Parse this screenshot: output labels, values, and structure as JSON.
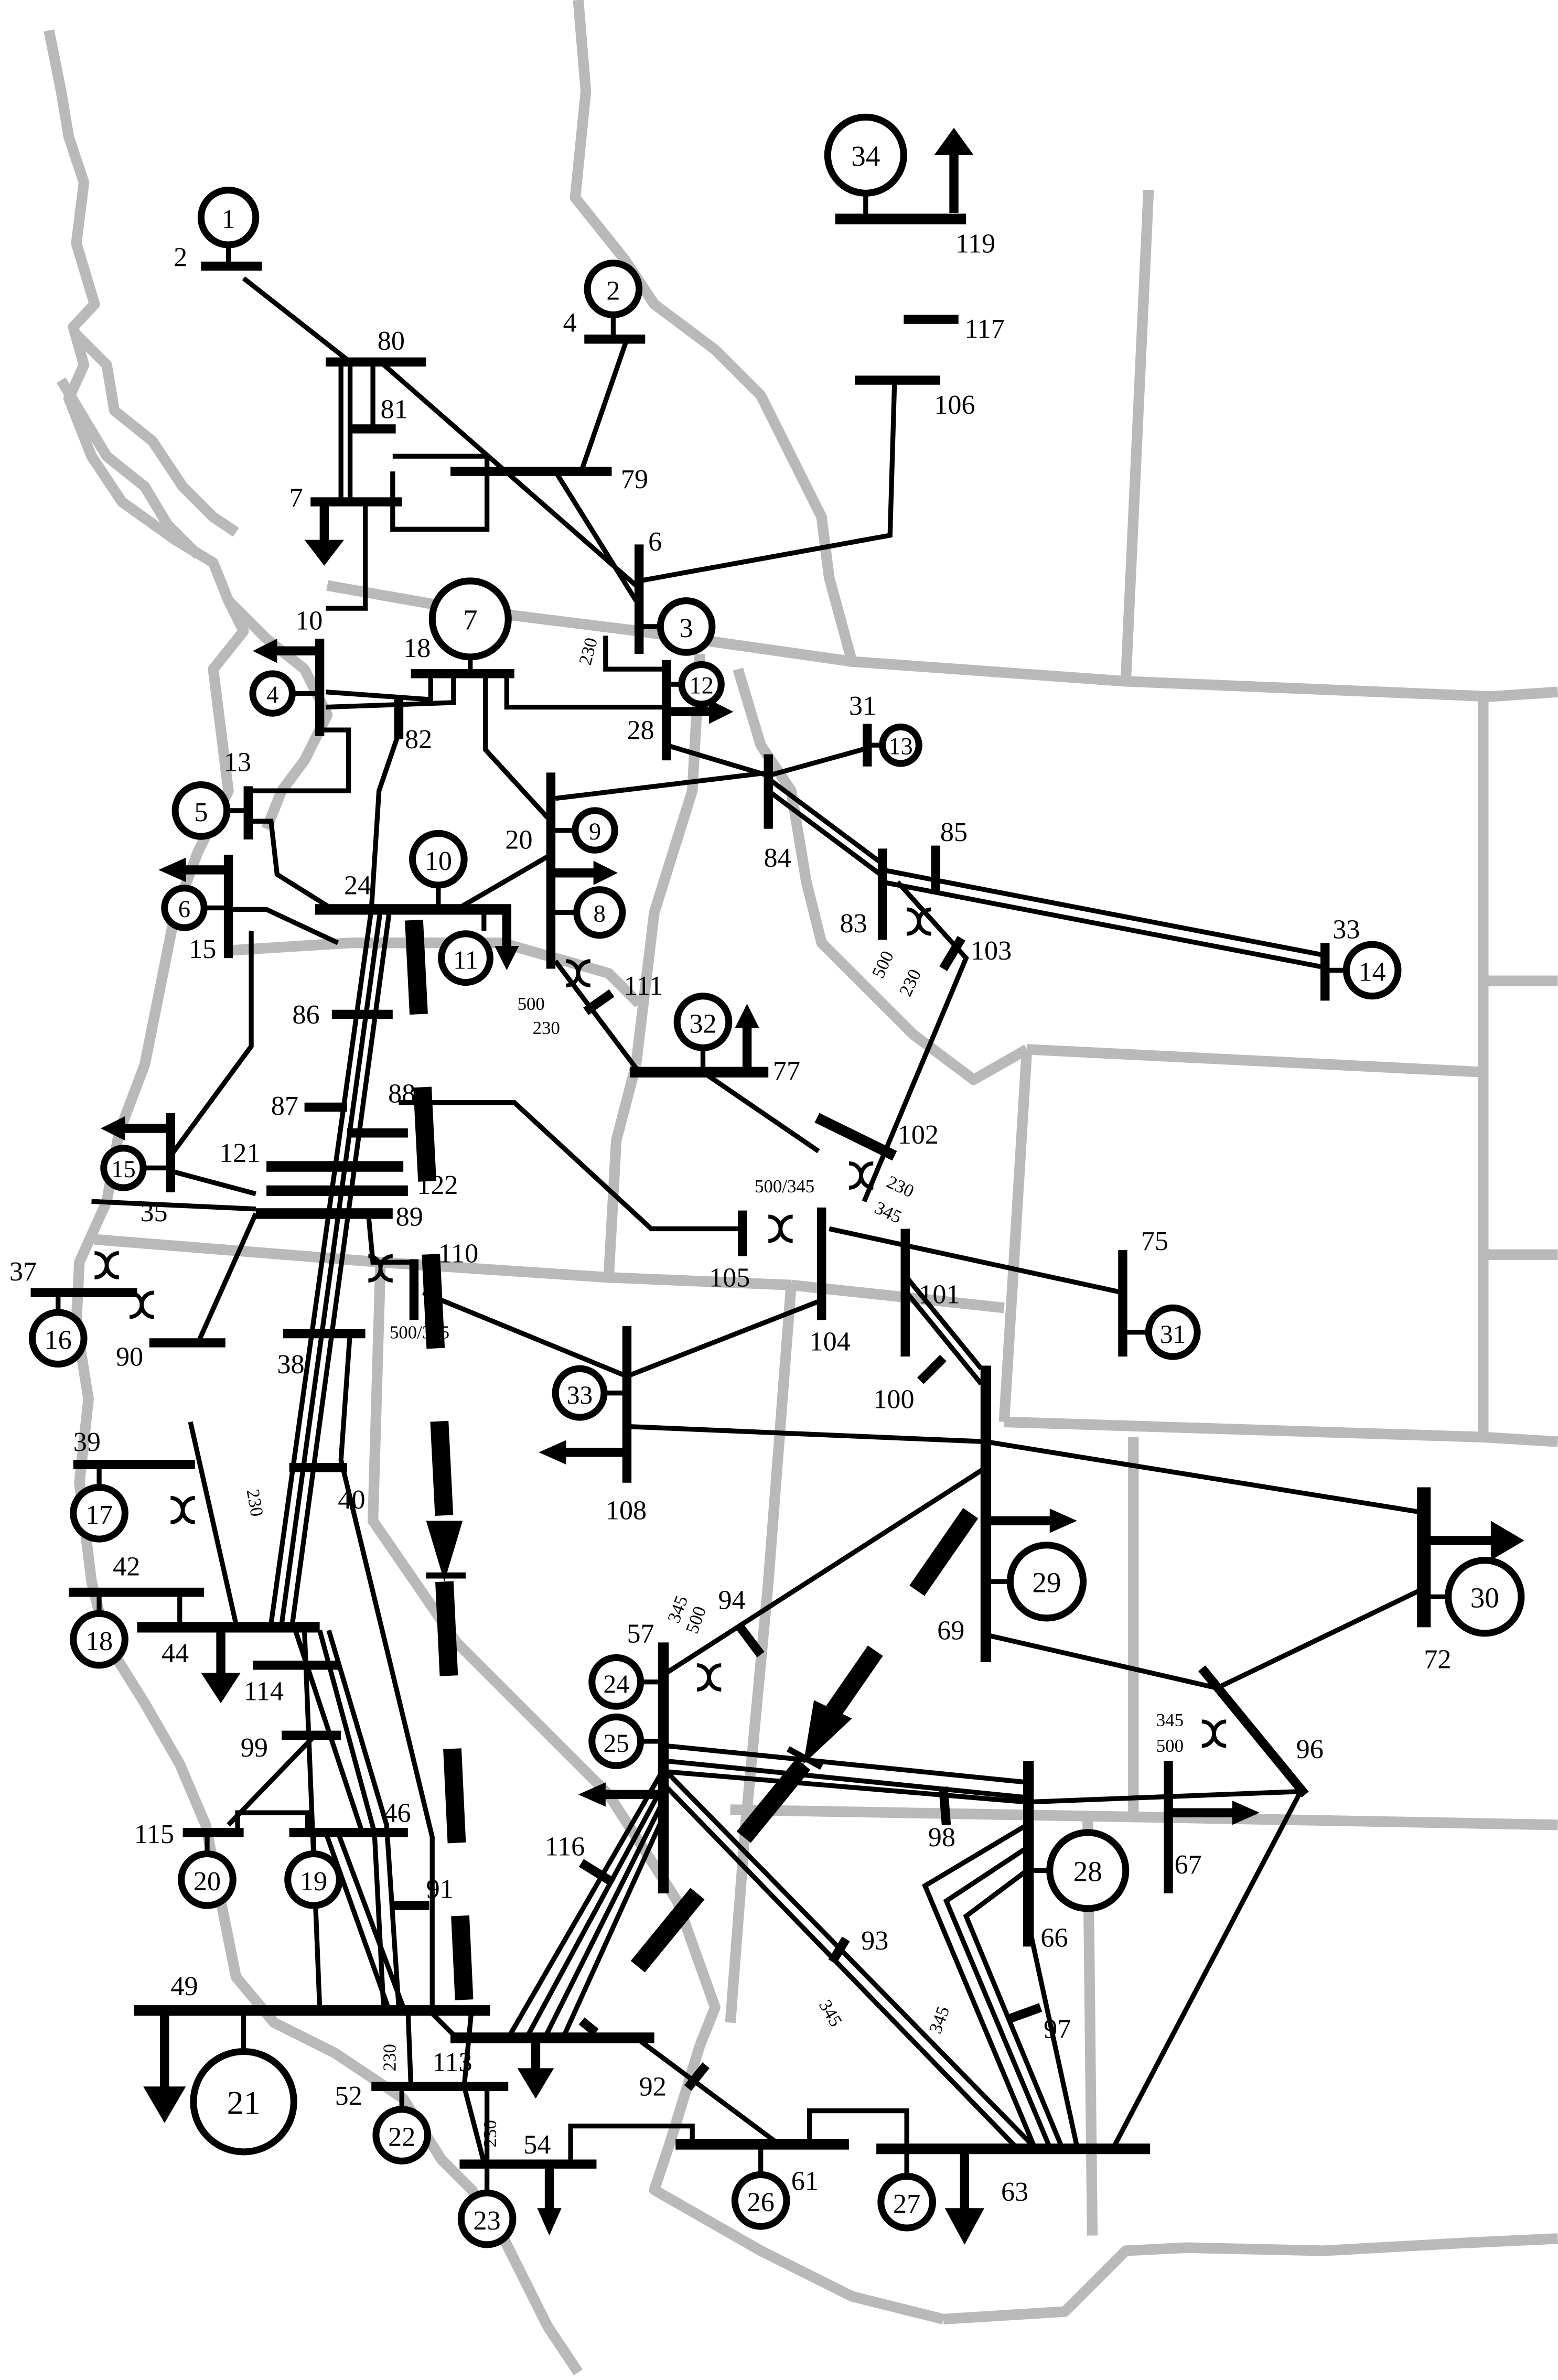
{
  "diagram": {
    "buses": [
      {
        "id": "b2",
        "label": "2"
      },
      {
        "id": "b80",
        "label": "80"
      },
      {
        "id": "b81",
        "label": "81"
      },
      {
        "id": "b7",
        "label": "7"
      },
      {
        "id": "b79",
        "label": "79"
      },
      {
        "id": "b4",
        "label": "4"
      },
      {
        "id": "b6",
        "label": "6"
      },
      {
        "id": "b119",
        "label": "119"
      },
      {
        "id": "b117",
        "label": "117"
      },
      {
        "id": "b106",
        "label": "106"
      },
      {
        "id": "b10",
        "label": "10"
      },
      {
        "id": "b18",
        "label": "18"
      },
      {
        "id": "b82",
        "label": "82"
      },
      {
        "id": "b13",
        "label": "13"
      },
      {
        "id": "b28",
        "label": "28"
      },
      {
        "id": "b31",
        "label": "31"
      },
      {
        "id": "b20",
        "label": "20"
      },
      {
        "id": "b24",
        "label": "24"
      },
      {
        "id": "b15",
        "label": "15"
      },
      {
        "id": "b84",
        "label": "84"
      },
      {
        "id": "b85",
        "label": "85"
      },
      {
        "id": "b83",
        "label": "83"
      },
      {
        "id": "b103",
        "label": "103"
      },
      {
        "id": "b33",
        "label": "33"
      },
      {
        "id": "b111",
        "label": "111"
      },
      {
        "id": "b86",
        "label": "86"
      },
      {
        "id": "b77",
        "label": "77"
      },
      {
        "id": "b87",
        "label": "87"
      },
      {
        "id": "b88",
        "label": "88"
      },
      {
        "id": "b102",
        "label": "102"
      },
      {
        "id": "b121",
        "label": "121"
      },
      {
        "id": "b122",
        "label": "122"
      },
      {
        "id": "b89",
        "label": "89"
      },
      {
        "id": "b35",
        "label": "35"
      },
      {
        "id": "b110",
        "label": "110"
      },
      {
        "id": "b105",
        "label": "105"
      },
      {
        "id": "b101",
        "label": "101"
      },
      {
        "id": "b75",
        "label": "75"
      },
      {
        "id": "b37",
        "label": "37"
      },
      {
        "id": "b90",
        "label": "90"
      },
      {
        "id": "b38",
        "label": "38"
      },
      {
        "id": "b104",
        "label": "104"
      },
      {
        "id": "b100",
        "label": "100"
      },
      {
        "id": "b39",
        "label": "39"
      },
      {
        "id": "b40",
        "label": "40"
      },
      {
        "id": "b108",
        "label": "108"
      },
      {
        "id": "b42",
        "label": "42"
      },
      {
        "id": "b44",
        "label": "44"
      },
      {
        "id": "b114",
        "label": "114"
      },
      {
        "id": "b57",
        "label": "57"
      },
      {
        "id": "b94",
        "label": "94"
      },
      {
        "id": "b69",
        "label": "69"
      },
      {
        "id": "b72",
        "label": "72"
      },
      {
        "id": "b99",
        "label": "99"
      },
      {
        "id": "b96",
        "label": "96"
      },
      {
        "id": "b115",
        "label": "115"
      },
      {
        "id": "b46",
        "label": "46"
      },
      {
        "id": "b98",
        "label": "98"
      },
      {
        "id": "b67",
        "label": "67"
      },
      {
        "id": "b116",
        "label": "116"
      },
      {
        "id": "b91",
        "label": "91"
      },
      {
        "id": "b66",
        "label": "66"
      },
      {
        "id": "b93",
        "label": "93"
      },
      {
        "id": "b49",
        "label": "49"
      },
      {
        "id": "b97",
        "label": "97"
      },
      {
        "id": "b113",
        "label": "113"
      },
      {
        "id": "b52",
        "label": "52"
      },
      {
        "id": "b92",
        "label": "92"
      },
      {
        "id": "b54",
        "label": "54"
      },
      {
        "id": "b61",
        "label": "61"
      },
      {
        "id": "b63",
        "label": "63"
      }
    ],
    "generators": [
      {
        "id": "g1",
        "label": "1"
      },
      {
        "id": "g2",
        "label": "2"
      },
      {
        "id": "g34",
        "label": "34"
      },
      {
        "id": "g7",
        "label": "7"
      },
      {
        "id": "g3",
        "label": "3"
      },
      {
        "id": "g4",
        "label": "4"
      },
      {
        "id": "g12",
        "label": "12"
      },
      {
        "id": "g13",
        "label": "13"
      },
      {
        "id": "g5",
        "label": "5"
      },
      {
        "id": "g9",
        "label": "9"
      },
      {
        "id": "g10",
        "label": "10"
      },
      {
        "id": "g6",
        "label": "6"
      },
      {
        "id": "g8",
        "label": "8"
      },
      {
        "id": "g11",
        "label": "11"
      },
      {
        "id": "g14",
        "label": "14"
      },
      {
        "id": "g32",
        "label": "32"
      },
      {
        "id": "g15",
        "label": "15"
      },
      {
        "id": "g16",
        "label": "16"
      },
      {
        "id": "g31",
        "label": "31"
      },
      {
        "id": "g33",
        "label": "33"
      },
      {
        "id": "g17",
        "label": "17"
      },
      {
        "id": "g29",
        "label": "29"
      },
      {
        "id": "g30",
        "label": "30"
      },
      {
        "id": "g18",
        "label": "18"
      },
      {
        "id": "g24",
        "label": "24"
      },
      {
        "id": "g25",
        "label": "25"
      },
      {
        "id": "g28",
        "label": "28"
      },
      {
        "id": "g20",
        "label": "20"
      },
      {
        "id": "g19",
        "label": "19"
      },
      {
        "id": "g21",
        "label": "21"
      },
      {
        "id": "g22",
        "label": "22"
      },
      {
        "id": "g23",
        "label": "23"
      },
      {
        "id": "g26",
        "label": "26"
      },
      {
        "id": "g27",
        "label": "27"
      }
    ],
    "voltages": [
      {
        "id": "v1",
        "label": "230"
      },
      {
        "id": "v2",
        "label": "500"
      },
      {
        "id": "v3",
        "label": "230"
      },
      {
        "id": "v4",
        "label": "500"
      },
      {
        "id": "v5",
        "label": "230"
      },
      {
        "id": "v6",
        "label": "500/345"
      },
      {
        "id": "v7",
        "label": "230"
      },
      {
        "id": "v8",
        "label": "345"
      },
      {
        "id": "v9",
        "label": "500/345"
      },
      {
        "id": "v10",
        "label": "230"
      },
      {
        "id": "v11",
        "label": "345"
      },
      {
        "id": "v12",
        "label": "500"
      },
      {
        "id": "v13",
        "label": "345"
      },
      {
        "id": "v14",
        "label": "500"
      },
      {
        "id": "v15",
        "label": "345"
      },
      {
        "id": "v16",
        "label": "345"
      },
      {
        "id": "v17",
        "label": "230"
      },
      {
        "id": "v18",
        "label": "230"
      }
    ]
  }
}
